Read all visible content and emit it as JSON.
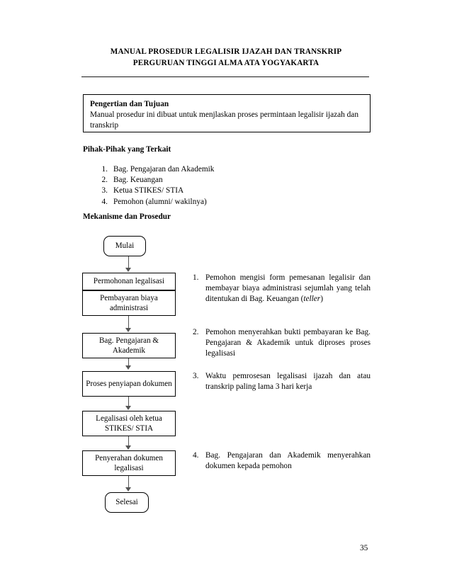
{
  "header": {
    "line1": "MANUAL PROSEDUR LEGALISIR IJAZAH DAN TRANSKRIP",
    "line2": "PERGURUAN TINGGI ALMA ATA YOGYAKARTA"
  },
  "definition_box": {
    "title": "Pengertian dan Tujuan",
    "body": "Manual prosedur ini dibuat untuk menjlaskan proses permintaan legalisir ijazah dan transkrip"
  },
  "sections": {
    "parties_heading": "Pihak-Pihak yang Terkait",
    "procedure_heading": "Mekanisme dan Prosedur"
  },
  "parties": [
    {
      "num": "1.",
      "label": "Bag. Pengajaran dan Akademik"
    },
    {
      "num": "2.",
      "label": "Bag. Keuangan"
    },
    {
      "num": "3.",
      "label": "Ketua STIKES/ STIA"
    },
    {
      "num": "4.",
      "label": "Pemohon (alumni/ wakilnya)"
    }
  ],
  "flowchart": {
    "nodes": [
      {
        "id": "start",
        "label": "Mulai"
      },
      {
        "id": "permohonan",
        "label": "Permohonan legalisasi"
      },
      {
        "id": "pembayaran",
        "label": "Pembayaran biaya administrasi"
      },
      {
        "id": "bagian",
        "label": "Bag. Pengajaran & Akademik"
      },
      {
        "id": "penyiapan",
        "label": "Proses penyiapan dokumen"
      },
      {
        "id": "legalisasi",
        "label": "Legalisasi oleh ketua STIKES/ STIA"
      },
      {
        "id": "penyerahan",
        "label": "Penyerahan dokumen legalisasi"
      },
      {
        "id": "end",
        "label": "Selesai"
      }
    ]
  },
  "steps": [
    {
      "num": "1.",
      "text_before": "Pemohon mengisi form pemesanan legalisir dan membayar biaya administrasi sejumlah yang telah ditentukan di Bag. Keuangan (",
      "italic": "teller",
      "text_after": ")"
    },
    {
      "num": "2.",
      "text_before": "Pemohon menyerahkan bukti pembayaran ke Bag. Pengajaran & Akademik untuk diproses proses legalisasi",
      "italic": "",
      "text_after": ""
    },
    {
      "num": "3.",
      "text_before": "Waktu pemrosesan legalisasi ijazah dan atau transkrip paling lama 3 hari kerja",
      "italic": "",
      "text_after": ""
    },
    {
      "num": "4.",
      "text_before": "Bag. Pengajaran dan Akademik menyerahkan dokumen kepada pemohon",
      "italic": "",
      "text_after": ""
    }
  ],
  "page_number": "35"
}
